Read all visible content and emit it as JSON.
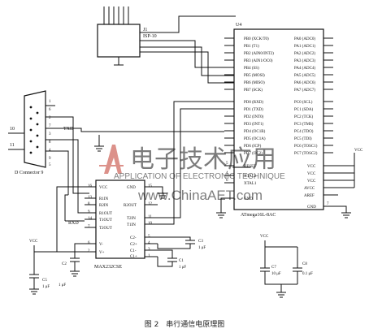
{
  "caption": "图 2　串行通信电原理图",
  "watermark": {
    "cn": "电子技术应用",
    "en": "APPLICATION OF ELECTRONIC TECHNIQUE",
    "url": "www.ChinaAET.com"
  },
  "isp": {
    "name": "J1",
    "part": "ISP-10"
  },
  "mcu": {
    "name": "U4",
    "part": "ATmega16L-8AC",
    "pb_pins": [
      "PB0 (XCK/T0)",
      "PB1 (T1)",
      "PB2 (AIN0/INT2)",
      "PB3 (AIN1/OC0)",
      "PB4 (SS)",
      "PB5 (MOSI)",
      "PB6 (MISO)",
      "PB7 (SCK)"
    ],
    "pd_pins": [
      "PD0 (RXD)",
      "PD1 (TXD)",
      "PD2 (INT0)",
      "PD3 (INT1)",
      "PD4 (OC1B)",
      "PD5 (OC1A)",
      "PD6 (ICP)",
      "PD7 (OC2)"
    ],
    "pa_pins": [
      "PA0 (ADC0)",
      "PA1 (ADC1)",
      "PA2 (ADC2)",
      "PA3 (ADC3)",
      "PA4 (ADC4)",
      "PA5 (ADC5)",
      "PA6 (ADC6)",
      "PA7 (ADC7)"
    ],
    "pc_pins": [
      "PC0 (SCL)",
      "PC1 (SDA)",
      "PC2 (TCK)",
      "PC3 (TMS)",
      "PC4 (TDO)",
      "PC5 (TDI)",
      "PC6 (TOSC1)",
      "PC7 (TOSC2)"
    ],
    "right_pins": [
      "VCC",
      "VCC",
      "VCC",
      "AVCC",
      "AREF",
      "GND"
    ],
    "left_pins": [
      "RESET",
      "XTAL2",
      "XTAL1"
    ],
    "bottom_pin": "GND",
    "pin_nums": [
      "5",
      "4",
      "6",
      "7"
    ]
  },
  "db9": {
    "label": "D Connector 9",
    "pins": [
      "1",
      "6",
      "2",
      "7",
      "3",
      "8",
      "4",
      "9",
      "5"
    ],
    "pin10": "10",
    "pin11": "11",
    "txd": "TXD"
  },
  "max232": {
    "part": "MAX232CSE",
    "left_pins": [
      "VCC",
      "R1IN",
      "R2IN",
      "R1OUT",
      "T1OUT",
      "T2OUT"
    ],
    "right_pins": [
      "GND",
      "R2OUT",
      "T2IN",
      "T1IN"
    ],
    "bottom_pins": [
      "C2-",
      "C2+",
      "C1-",
      "C1+",
      "V-",
      "V+"
    ],
    "rxd": "RXD",
    "pin_nums": [
      "16",
      "15",
      "13",
      "12",
      "14",
      "11",
      "10",
      "9",
      "7",
      "8",
      "5",
      "4",
      "3",
      "1",
      "6",
      "2"
    ]
  },
  "caps": {
    "c1": {
      "name": "C1",
      "value": "1 μF"
    },
    "c2": {
      "name": "C2",
      "value": "1 μF"
    },
    "c3": {
      "name": "C3",
      "value": "1 μF"
    },
    "c5": {
      "name": "C5",
      "value": "1 μF"
    },
    "c7": {
      "name": "C7",
      "value": "10 μF"
    },
    "c8": {
      "name": "C8",
      "value": "0.1 μF"
    }
  },
  "net_labels": {
    "vcc": "VCC"
  }
}
